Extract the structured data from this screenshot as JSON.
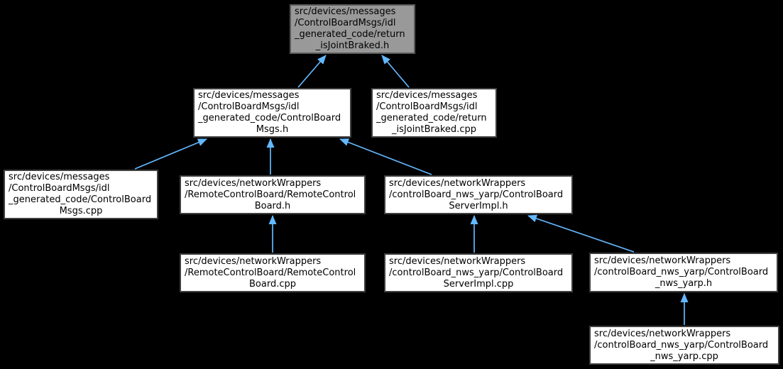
{
  "graph": {
    "type": "include-dependency-graph",
    "background_color": "#000000",
    "edge_color": "#63b8ff",
    "node_fill": "#ffffff",
    "node_border_color": "#3f3f3f",
    "current_node_fill": "#999999",
    "current_node_border_color": "#5a5a5a",
    "nodes": [
      {
        "id": "return_isJointBraked_h",
        "current": true,
        "label": "src/devices/messages/ControlBoardMsgs/idl_generated_code/return_isJointBraked.h",
        "lines": [
          "src/devices/messages",
          "/ControlBoardMsgs/idl",
          "_generated_code/return",
          "_isJointBraked.h"
        ]
      },
      {
        "id": "ControlBoardMsgs_h",
        "current": false,
        "label": "src/devices/messages/ControlBoardMsgs/idl_generated_code/ControlBoardMsgs.h",
        "lines": [
          "src/devices/messages",
          "/ControlBoardMsgs/idl",
          "_generated_code/ControlBoard",
          "Msgs.h"
        ]
      },
      {
        "id": "return_isJointBraked_cpp",
        "current": false,
        "label": "src/devices/messages/ControlBoardMsgs/idl_generated_code/return_isJointBraked.cpp",
        "lines": [
          "src/devices/messages",
          "/ControlBoardMsgs/idl",
          "_generated_code/return",
          "_isJointBraked.cpp"
        ]
      },
      {
        "id": "ControlBoardMsgs_cpp",
        "current": false,
        "label": "src/devices/messages/ControlBoardMsgs/idl_generated_code/ControlBoardMsgs.cpp",
        "lines": [
          "src/devices/messages",
          "/ControlBoardMsgs/idl",
          "_generated_code/ControlBoard",
          "Msgs.cpp"
        ]
      },
      {
        "id": "RemoteControlBoard_h",
        "current": false,
        "label": "src/devices/networkWrappers/RemoteControlBoard/RemoteControlBoard.h",
        "lines": [
          "src/devices/networkWrappers",
          "/RemoteControlBoard/RemoteControl",
          "Board.h"
        ]
      },
      {
        "id": "ControlBoardServerImpl_h",
        "current": false,
        "label": "src/devices/networkWrappers/controlBoard_nws_yarp/ControlBoardServerImpl.h",
        "lines": [
          "src/devices/networkWrappers",
          "/controlBoard_nws_yarp/ControlBoard",
          "ServerImpl.h"
        ]
      },
      {
        "id": "RemoteControlBoard_cpp",
        "current": false,
        "label": "src/devices/networkWrappers/RemoteControlBoard/RemoteControlBoard.cpp",
        "lines": [
          "src/devices/networkWrappers",
          "/RemoteControlBoard/RemoteControl",
          "Board.cpp"
        ]
      },
      {
        "id": "ControlBoardServerImpl_cpp",
        "current": false,
        "label": "src/devices/networkWrappers/controlBoard_nws_yarp/ControlBoardServerImpl.cpp",
        "lines": [
          "src/devices/networkWrappers",
          "/controlBoard_nws_yarp/ControlBoard",
          "ServerImpl.cpp"
        ]
      },
      {
        "id": "ControlBoard_nws_yarp_h",
        "current": false,
        "label": "src/devices/networkWrappers/controlBoard_nws_yarp/ControlBoard_nws_yarp.h",
        "lines": [
          "src/devices/networkWrappers",
          "/controlBoard_nws_yarp/ControlBoard",
          "_nws_yarp.h"
        ]
      },
      {
        "id": "ControlBoard_nws_yarp_cpp",
        "current": false,
        "label": "src/devices/networkWrappers/controlBoard_nws_yarp/ControlBoard_nws_yarp.cpp",
        "lines": [
          "src/devices/networkWrappers",
          "/controlBoard_nws_yarp/ControlBoard",
          "_nws_yarp.cpp"
        ]
      }
    ],
    "edges": [
      {
        "from": "ControlBoardMsgs_h",
        "to": "return_isJointBraked_h"
      },
      {
        "from": "return_isJointBraked_cpp",
        "to": "return_isJointBraked_h"
      },
      {
        "from": "ControlBoardMsgs_cpp",
        "to": "ControlBoardMsgs_h"
      },
      {
        "from": "RemoteControlBoard_h",
        "to": "ControlBoardMsgs_h"
      },
      {
        "from": "ControlBoardServerImpl_h",
        "to": "ControlBoardMsgs_h"
      },
      {
        "from": "RemoteControlBoard_cpp",
        "to": "RemoteControlBoard_h"
      },
      {
        "from": "ControlBoardServerImpl_cpp",
        "to": "ControlBoardServerImpl_h"
      },
      {
        "from": "ControlBoard_nws_yarp_h",
        "to": "ControlBoardServerImpl_h"
      },
      {
        "from": "ControlBoard_nws_yarp_cpp",
        "to": "ControlBoard_nws_yarp_h"
      }
    ]
  }
}
